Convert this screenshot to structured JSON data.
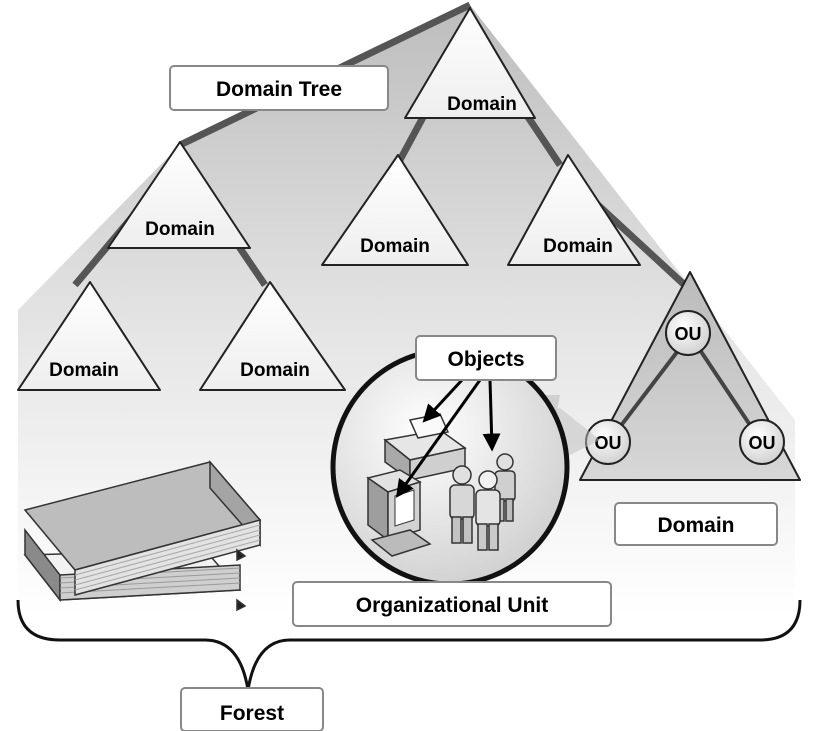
{
  "labels": {
    "domain_tree": "Domain Tree",
    "objects": "Objects",
    "organizational_unit": "Organizational Unit",
    "domain_caption": "Domain",
    "forest": "Forest"
  },
  "domains": {
    "top": "Domain",
    "left_mid": "Domain",
    "center_mid": "Domain",
    "right_mid": "Domain",
    "left_bottom": "Domain",
    "right_bottom": "Domain"
  },
  "ou_labels": {
    "top": "OU",
    "left": "OU",
    "right": "OU"
  },
  "icons": [
    "book-icon",
    "printer-icon",
    "computer-icon",
    "users-icon"
  ],
  "colors": {
    "background": "#ffffff",
    "forest_fill": "#e4e4e4",
    "triangle_fill": "#ffffff",
    "connector": "#555555",
    "ou_triangle_fill": "#c8c8c8",
    "ou_circle_fill": "#dcdcdc",
    "outline": "#2a2a2a"
  }
}
